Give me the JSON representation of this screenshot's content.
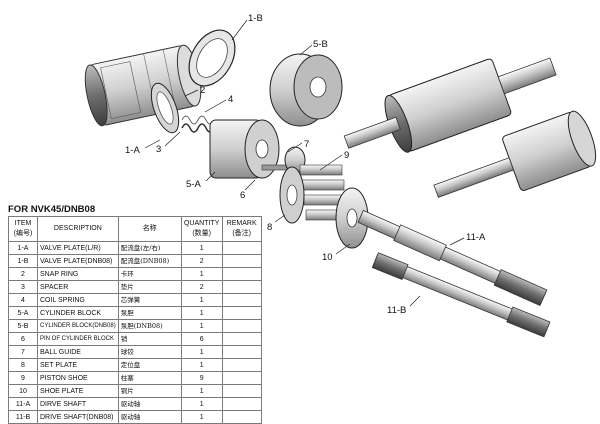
{
  "table": {
    "title": "FOR NVK45/DNB08",
    "headers": {
      "item": "ITEM",
      "item_sub": "(编号)",
      "description": "DESCRIPTION",
      "name": "名称",
      "quantity": "QUANTITY",
      "quantity_sub": "(数量)",
      "remark": "REMARK",
      "remark_sub": "(备注)"
    },
    "rows": [
      {
        "item": "1-A",
        "description": "VALVE PLATE(L/R)",
        "name": "配流盘(左/右)",
        "quantity": "1"
      },
      {
        "item": "1-B",
        "description": "VALVE PLATE(DNB08)",
        "name": "配流盘(DNB08)",
        "quantity": "2"
      },
      {
        "item": "2",
        "description": "SNAP RING",
        "name": "卡环",
        "quantity": "1"
      },
      {
        "item": "3",
        "description": "SPACER",
        "name": "垫片",
        "quantity": "2"
      },
      {
        "item": "4",
        "description": "COIL SPRING",
        "name": "芯弹簧",
        "quantity": "1"
      },
      {
        "item": "5-A",
        "description": "CYLINDER BLOCK",
        "name": "泵胆",
        "quantity": "1"
      },
      {
        "item": "5-B",
        "description": "CYLINDER BLOCK(DNB08)",
        "name": "泵胆(DNB08)",
        "quantity": "1"
      },
      {
        "item": "6",
        "description": "PIN OF CYLINDER BLOCK",
        "name": "销",
        "quantity": "6"
      },
      {
        "item": "7",
        "description": "BALL GUIDE",
        "name": "球铰",
        "quantity": "1"
      },
      {
        "item": "8",
        "description": "SET PLATE",
        "name": "定位盘",
        "quantity": "1"
      },
      {
        "item": "9",
        "description": "PISTON SHOE",
        "name": "柱塞",
        "quantity": "9"
      },
      {
        "item": "10",
        "description": "SHOE PLATE",
        "name": "铜片",
        "quantity": "1"
      },
      {
        "item": "11-A",
        "description": "DIRVE SHAFT",
        "name": "驱动轴",
        "quantity": "1"
      },
      {
        "item": "11-B",
        "description": "DRIVE SHAFT(DNB08)",
        "name": "驱动轴",
        "quantity": "1"
      }
    ]
  },
  "callouts": {
    "c1b": "1-B",
    "c5b": "5-B",
    "c2": "2",
    "c4": "4",
    "c1a": "1-A",
    "c3": "3",
    "c5a": "5-A",
    "c7": "7",
    "c6": "6",
    "c9": "9",
    "c8": "8",
    "c10": "10",
    "c11a": "11-A",
    "c11b": "11-B"
  }
}
